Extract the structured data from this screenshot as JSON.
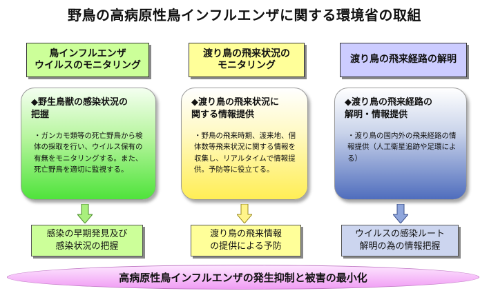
{
  "title": "野鳥の高病原性鳥インフルエンザに関する環境省の取組",
  "columns": [
    {
      "header": "鳥インフルエンザ\nウイルスのモニタリング",
      "card_title": "◆野生鳥獣の感染状況の\n把握",
      "card_body": "・ガンカモ類等の死亡野鳥から検体の採取を行い、ウイルス保有の有無をモニタリングする。また、死亡野鳥を適切に監視する。",
      "result": "感染の早期発見及び\n感染状況の把握",
      "colors": {
        "header_bg": "#ccff99",
        "result_bg": "#ccff99",
        "arrow": "#a9f07d"
      }
    },
    {
      "header": "渡り鳥の飛来状況の\nモニタリング",
      "card_title": "◆渡り鳥の飛来状況に\n関する情報提供",
      "card_body": "・野鳥の飛来時期、渡来地、個体数等飛来状況に関する情報を収集し、リアルタイムで情報提供。予防等に役立てる。",
      "result": "渡り鳥の飛来情報\nの提供による予防",
      "colors": {
        "header_bg": "#ffff99",
        "result_bg": "#ffff99",
        "arrow": "#fff48a"
      }
    },
    {
      "header": "渡り鳥の飛来経路の解明",
      "card_title": "◆渡り鳥の飛来経路の\n解明・情報提供",
      "card_body": "・渡り鳥の国内外の飛来経路の情報提供（人工衛星追跡や足環による）",
      "result": "ウイルスの感染ルート\n解明の為の情報把握",
      "colors": {
        "header_bg": "#ccccff",
        "result_bg": "#ccd5ef",
        "arrow": "#8fa6dc"
      }
    }
  ],
  "banner": "高病原性鳥インフルエンザの発生抑制と被害の最小化"
}
